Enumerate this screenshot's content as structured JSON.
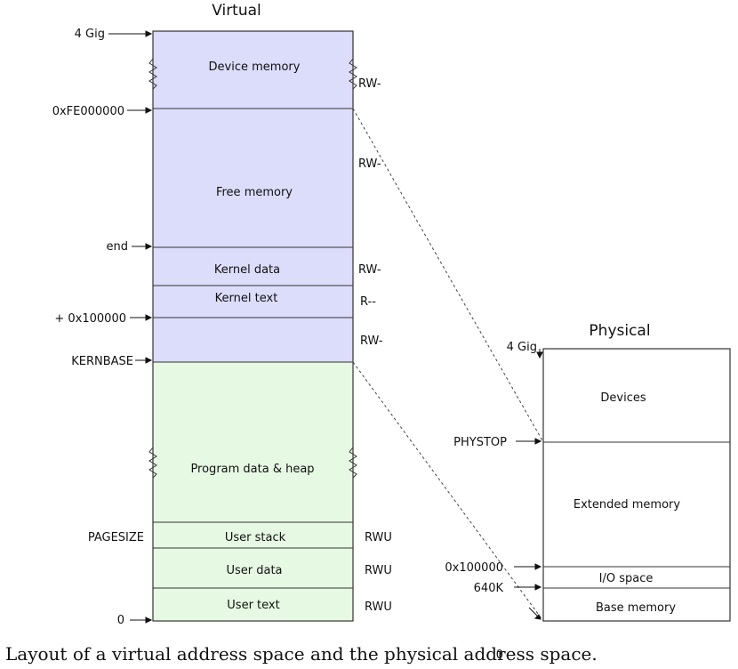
{
  "virtual": {
    "title": "Virtual",
    "regions": [
      {
        "name": "Device memory",
        "perm": "RW-"
      },
      {
        "name": "Free memory",
        "perm": "RW-"
      },
      {
        "name": "Kernel data",
        "perm": "RW-"
      },
      {
        "name": "Kernel text",
        "perm": "R--"
      },
      {
        "name": "",
        "perm": "RW-"
      },
      {
        "name": "Program data & heap",
        "perm": ""
      },
      {
        "name": "User stack",
        "perm": "RWU"
      },
      {
        "name": "User data",
        "perm": "RWU"
      },
      {
        "name": "User text",
        "perm": "RWU"
      }
    ],
    "addresses": [
      "4 Gig",
      "0xFE000000",
      "end",
      "+ 0x100000",
      "KERNBASE",
      "PAGESIZE",
      "0"
    ]
  },
  "physical": {
    "title": "Physical",
    "regions": [
      {
        "name": "Devices"
      },
      {
        "name": "Extended memory"
      },
      {
        "name": "I/O space"
      },
      {
        "name": "Base memory"
      }
    ],
    "addresses": [
      "4 Gig",
      "PHYSTOP",
      "0x100000",
      "640K",
      "0"
    ]
  },
  "caption": "Layout of a virtual address space and the physical address space.",
  "colors": {
    "kernel_fill": "#dcdcfb",
    "user_fill": "#e6f9e3",
    "physical_fill": "#ffffff",
    "line": "#333333"
  }
}
